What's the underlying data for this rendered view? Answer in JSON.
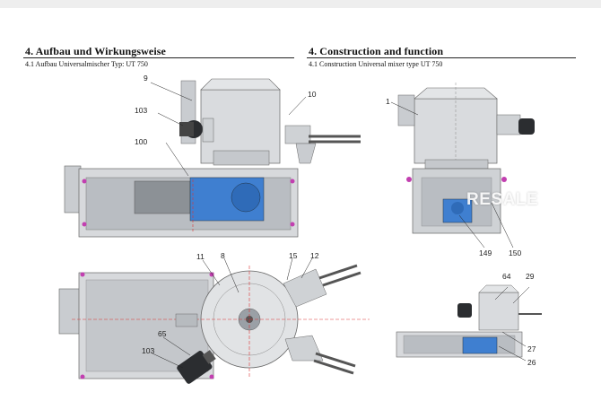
{
  "left": {
    "title": "4. Aufbau und Wirkungsweise",
    "subtitle": "4.1  Aufbau Universalmischer Typ: UT 750"
  },
  "right": {
    "title": "4. Construction and function",
    "subtitle": "4.1  Construction Universal mixer type UT 750"
  },
  "callouts": {
    "c9": "9",
    "c103a": "103",
    "c10": "10",
    "c100": "100",
    "c1": "1",
    "c149": "149",
    "c150": "150",
    "c11": "11",
    "c8": "8",
    "c15": "15",
    "c12": "12",
    "c65": "65",
    "c103b": "103",
    "c64": "64",
    "c29": "29",
    "c27": "27",
    "c26": "26"
  },
  "watermark": "RESALE",
  "colors": {
    "motor_blue": "#3f7fd0",
    "steel": "#c9ccd0",
    "frame": "#9aa0a6",
    "magenta_bolts": "#c23fb0"
  }
}
